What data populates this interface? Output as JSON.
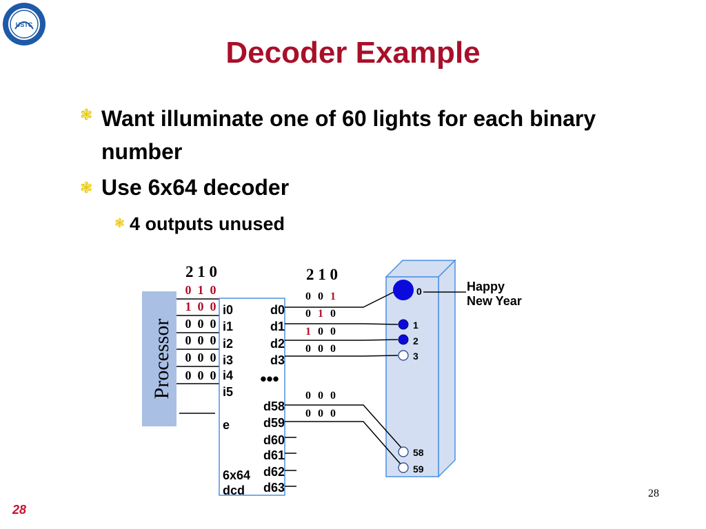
{
  "logo": {
    "text": "USTC"
  },
  "title": "Decoder Example",
  "bullets": [
    {
      "text": "Want illuminate one of 60 lights for each binary number",
      "level": 1
    },
    {
      "text": "Use 6x64 decoder",
      "level": 1
    },
    {
      "text": "4 outputs unused",
      "level": 2
    }
  ],
  "diagram": {
    "processor_label": "Processor",
    "input_header": "2 1 0",
    "input_rows": [
      {
        "bits": [
          "0",
          "1",
          "0"
        ],
        "red": [
          true,
          true,
          true
        ]
      },
      {
        "bits": [
          "1",
          "0",
          "0"
        ],
        "red": [
          true,
          true,
          true
        ]
      },
      {
        "bits": [
          "0",
          "0",
          "0"
        ],
        "red": [
          false,
          false,
          false
        ]
      },
      {
        "bits": [
          "0",
          "0",
          "0"
        ],
        "red": [
          false,
          false,
          false
        ]
      },
      {
        "bits": [
          "0",
          "0",
          "0"
        ],
        "red": [
          false,
          false,
          false
        ]
      },
      {
        "bits": [
          "0",
          "0",
          "0"
        ],
        "red": [
          false,
          false,
          false
        ]
      }
    ],
    "decoder_inputs": [
      "i0",
      "i1",
      "i2",
      "i3",
      "i4",
      "i5"
    ],
    "enable_label": "e",
    "decoder_name": [
      "6x64",
      "dcd"
    ],
    "decoder_outputs": [
      "d0",
      "d1",
      "d2",
      "d3",
      "d58",
      "d59",
      "d60",
      "d61",
      "d62",
      "d63"
    ],
    "ellipsis": "•••",
    "output_header": "2 1 0",
    "output_rows": [
      {
        "bits": [
          "0",
          "0",
          "1"
        ],
        "red": [
          false,
          false,
          true
        ]
      },
      {
        "bits": [
          "0",
          "1",
          "0"
        ],
        "red": [
          false,
          true,
          false
        ]
      },
      {
        "bits": [
          "1",
          "0",
          "0"
        ],
        "red": [
          true,
          false,
          false
        ]
      },
      {
        "bits": [
          "0",
          "0",
          "0"
        ],
        "red": [
          false,
          false,
          false
        ]
      },
      {
        "bits": [
          "0",
          "0",
          "0"
        ],
        "red": [
          false,
          false,
          false
        ]
      },
      {
        "bits": [
          "0",
          "0",
          "0"
        ],
        "red": [
          false,
          false,
          false
        ]
      }
    ],
    "lights": [
      {
        "label": "0",
        "lit": true
      },
      {
        "label": "1",
        "lit": true
      },
      {
        "label": "2",
        "lit": true
      },
      {
        "label": "3",
        "lit": false
      },
      {
        "label": "58",
        "lit": false
      },
      {
        "label": "59",
        "lit": false
      }
    ],
    "callout": [
      "Happy",
      "New Year"
    ]
  },
  "page_number": "28",
  "slide_number": "28",
  "colors": {
    "title": "#a8102a",
    "bit_red": "#b0102a",
    "processor_fill": "#a9bfe4",
    "box_fill": "#d3def2",
    "light_on": "#0a0adc",
    "bullet": "#e8c800"
  }
}
